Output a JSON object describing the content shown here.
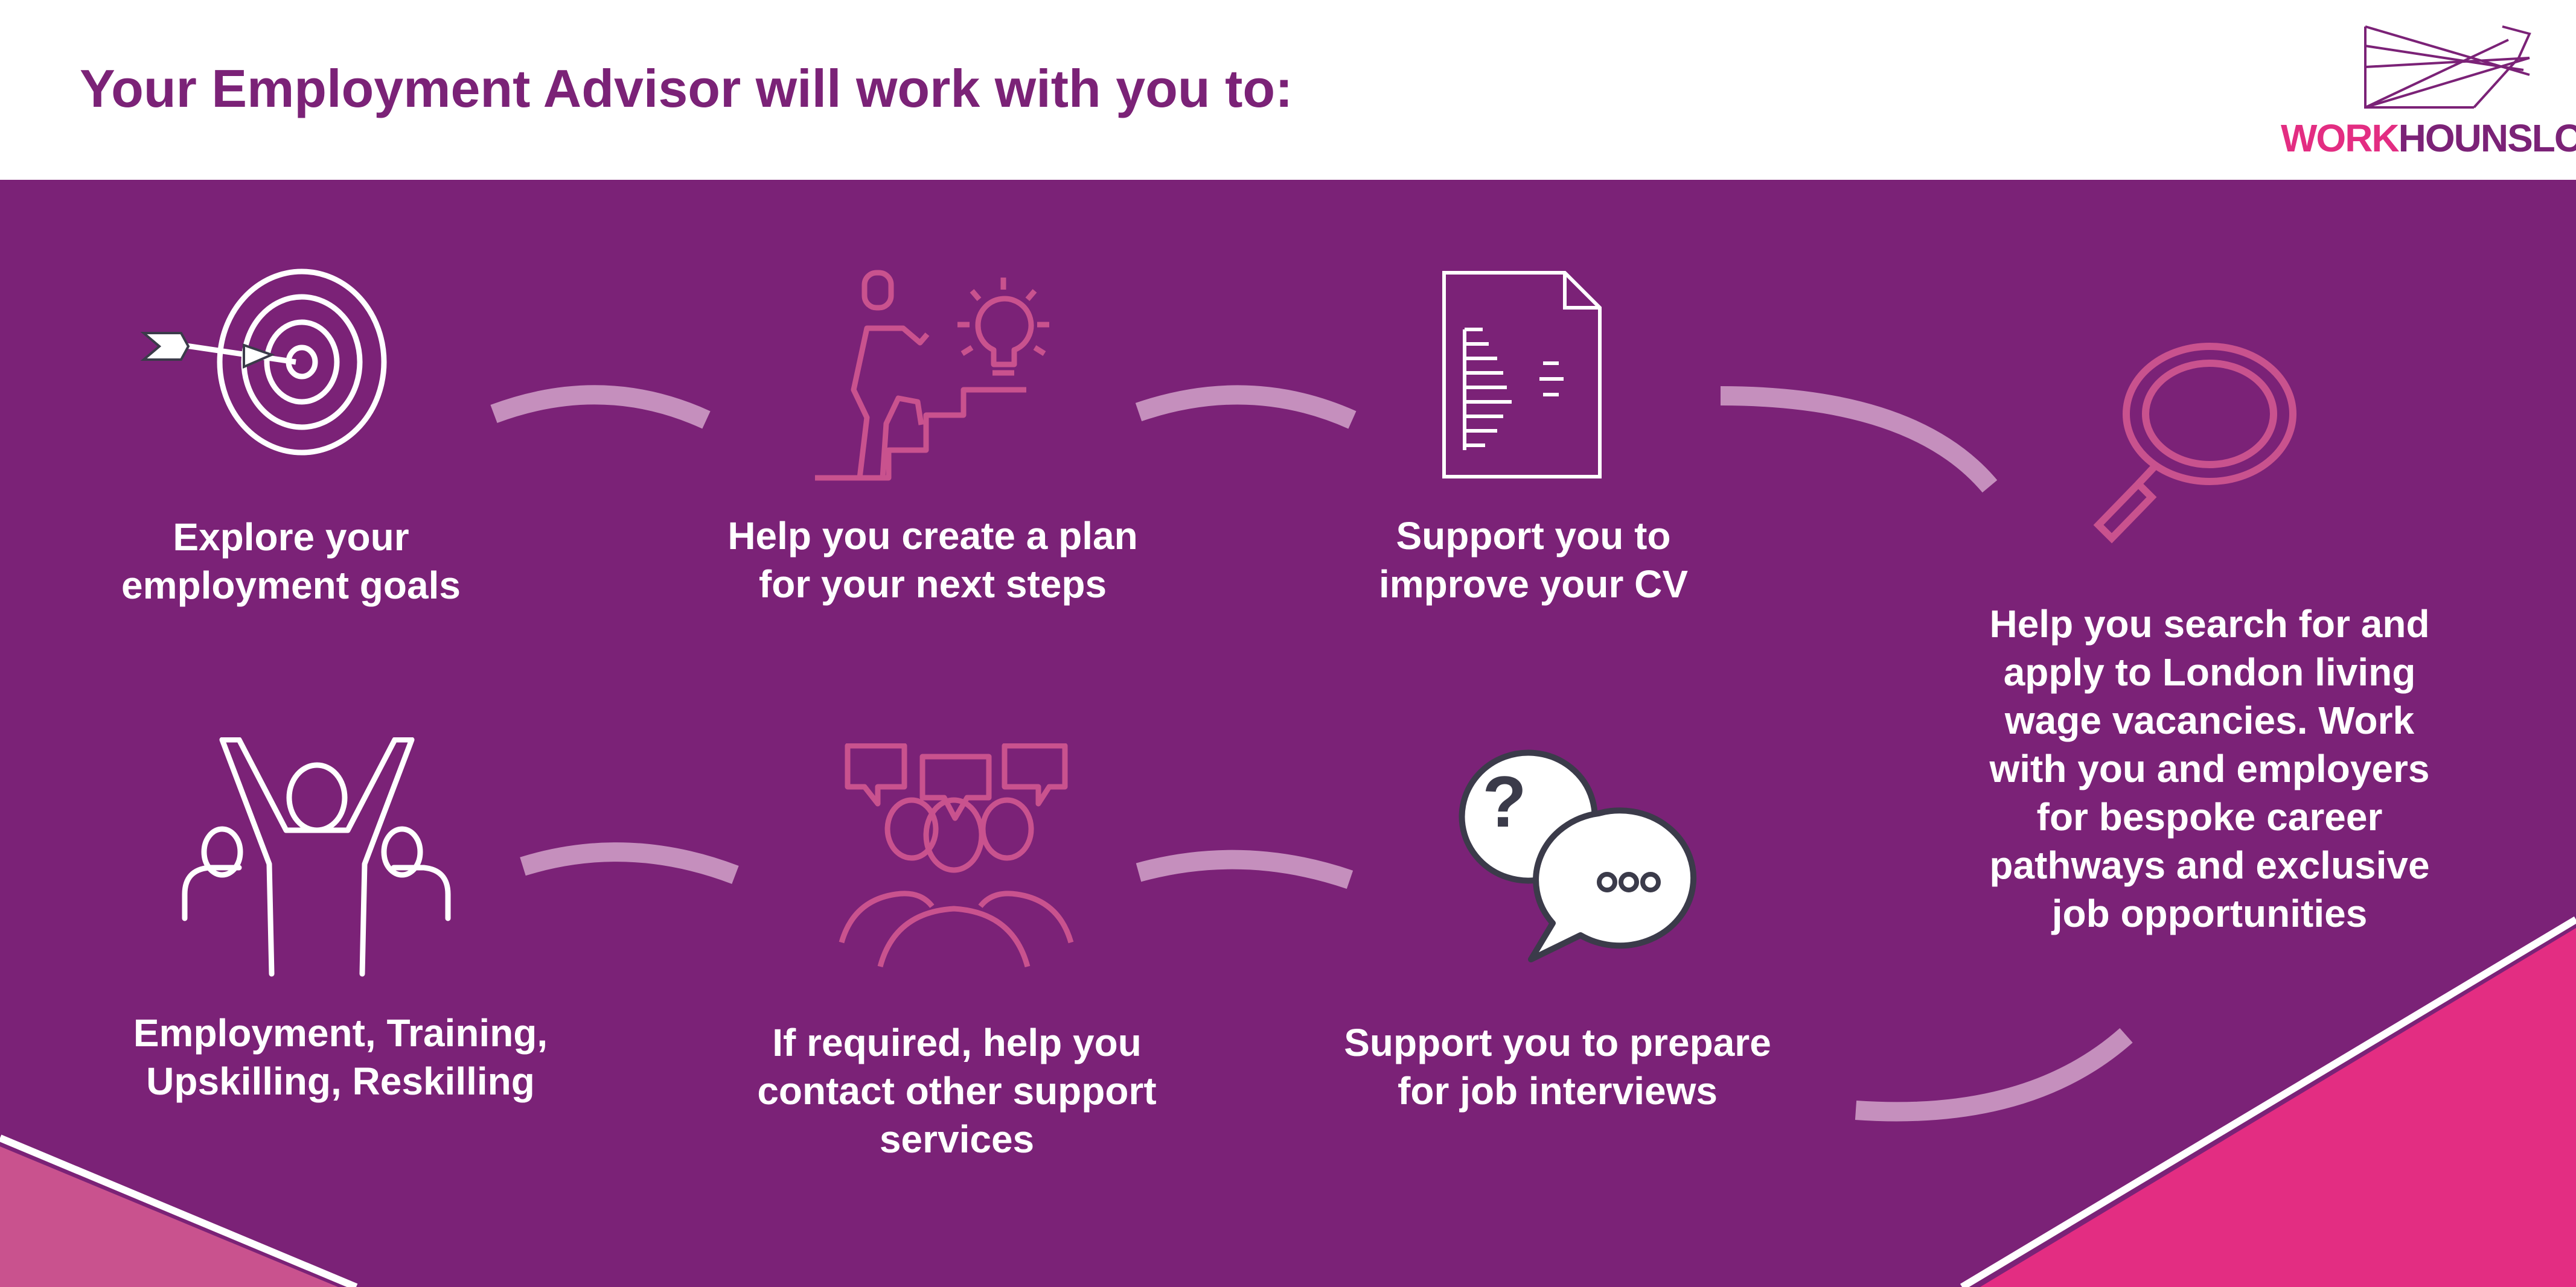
{
  "header": {
    "title": "Your Employment Advisor will work with you to:",
    "logo_work": "WORK",
    "logo_hounslow": "HOUNSLOW"
  },
  "colors": {
    "purple": "#7b2277",
    "pink": "#e32d82",
    "mauve": "#c9528e",
    "white": "#ffffff",
    "dark_icon": "#3b3b4a",
    "soft_line": "#c58fbd"
  },
  "steps": [
    {
      "icon": "target-dart-icon",
      "line1": "Explore your",
      "line2": "employment goals"
    },
    {
      "icon": "climbing-stairs-lightbulb-icon",
      "line1": "Help you create a plan",
      "line2": "for your next steps"
    },
    {
      "icon": "cv-document-icon",
      "line1": "Support you to",
      "line2": "improve your CV"
    },
    {
      "icon": "magnifying-glass-icon",
      "line1": "Help you search for and",
      "line2": "apply to London living",
      "line3": "wage vacancies. Work",
      "line4": "with you and employers",
      "line5": "for bespoke career",
      "line6": "pathways and exclusive",
      "line7": "job opportunities"
    },
    {
      "icon": "interview-chat-bubbles-icon",
      "line1": "Support you to prepare",
      "line2": "for job interviews"
    },
    {
      "icon": "support-group-speech-icon",
      "line1": "If required, help you",
      "line2": "contact other support",
      "line3": "services"
    },
    {
      "icon": "celebrating-people-icon",
      "line1": "Employment, Training,",
      "line2": "Upskilling, Reskilling"
    }
  ]
}
